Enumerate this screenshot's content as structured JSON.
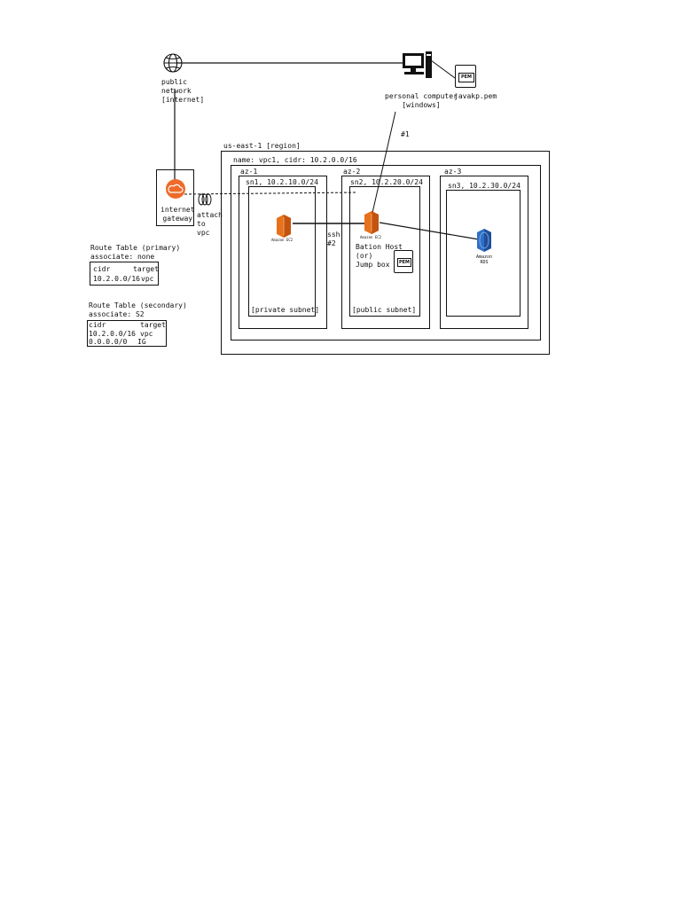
{
  "internet": {
    "label": "public\nnetwork\n[internet]"
  },
  "computer": {
    "label": "personal computer\n[windows]",
    "edge_label": "#1"
  },
  "pem_file": {
    "icon_text": "PEM",
    "label": "javakp.pem"
  },
  "region": {
    "label": "us-east-1 [region]"
  },
  "vpc": {
    "label": "name: vpc1, cidr: 10.2.0.0/16"
  },
  "gateway": {
    "label": "internet\ngateway",
    "attach_label": "attach\nto\nvpc"
  },
  "az1": {
    "label": "az-1",
    "subnet": "sn1, 10.2.10.0/24",
    "subnet_type": "[private subnet]",
    "instance_label": "Amazon EC2"
  },
  "az2": {
    "label": "az-2",
    "subnet": "sn2, 10.2.20.0/24",
    "subnet_type": "[public subnet]",
    "instance_label": "Amazon EC2",
    "host_label": "Bation Host\n(or)\nJump box",
    "pem_icon_text": "PEM"
  },
  "az3": {
    "label": "az-3",
    "subnet": "sn3, 10.2.30.0/24",
    "db_label": "Amazon\nRDS"
  },
  "ssh": {
    "label": "ssh\n#2"
  },
  "route_primary": {
    "title": "Route Table (primary)",
    "associate": "associate: none",
    "headers": [
      "cidr",
      "target"
    ],
    "rows": [
      [
        "10.2.0.0/16",
        "vpc"
      ]
    ]
  },
  "route_secondary": {
    "title": "Route Table (secondary)",
    "associate": "associate: S2",
    "headers": [
      "cidr",
      "target"
    ],
    "rows": [
      [
        "10.2.0.0/16",
        "vpc"
      ],
      [
        "0.0.0.0/0",
        "IG"
      ]
    ]
  },
  "colors": {
    "ec2": "#e8711c",
    "gateway": "#ee6b2a",
    "rds": "#2f6fc9",
    "line": "#111111"
  }
}
